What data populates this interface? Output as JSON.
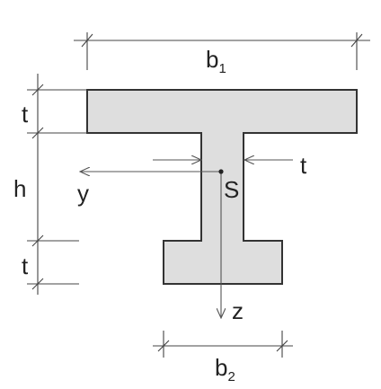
{
  "figure": {
    "labels": {
      "b1": {
        "main": "b",
        "sub": "1"
      },
      "b2": {
        "main": "b",
        "sub": "2"
      },
      "t_top": "t",
      "h": "h",
      "t_bottom": "t",
      "t_web": "t",
      "y_axis": "y",
      "z_axis": "z",
      "centroid": "S"
    },
    "colors": {
      "section_fill": "#dedede",
      "outline": "#333333",
      "dimension": "#444444",
      "axis": "#555555"
    }
  }
}
